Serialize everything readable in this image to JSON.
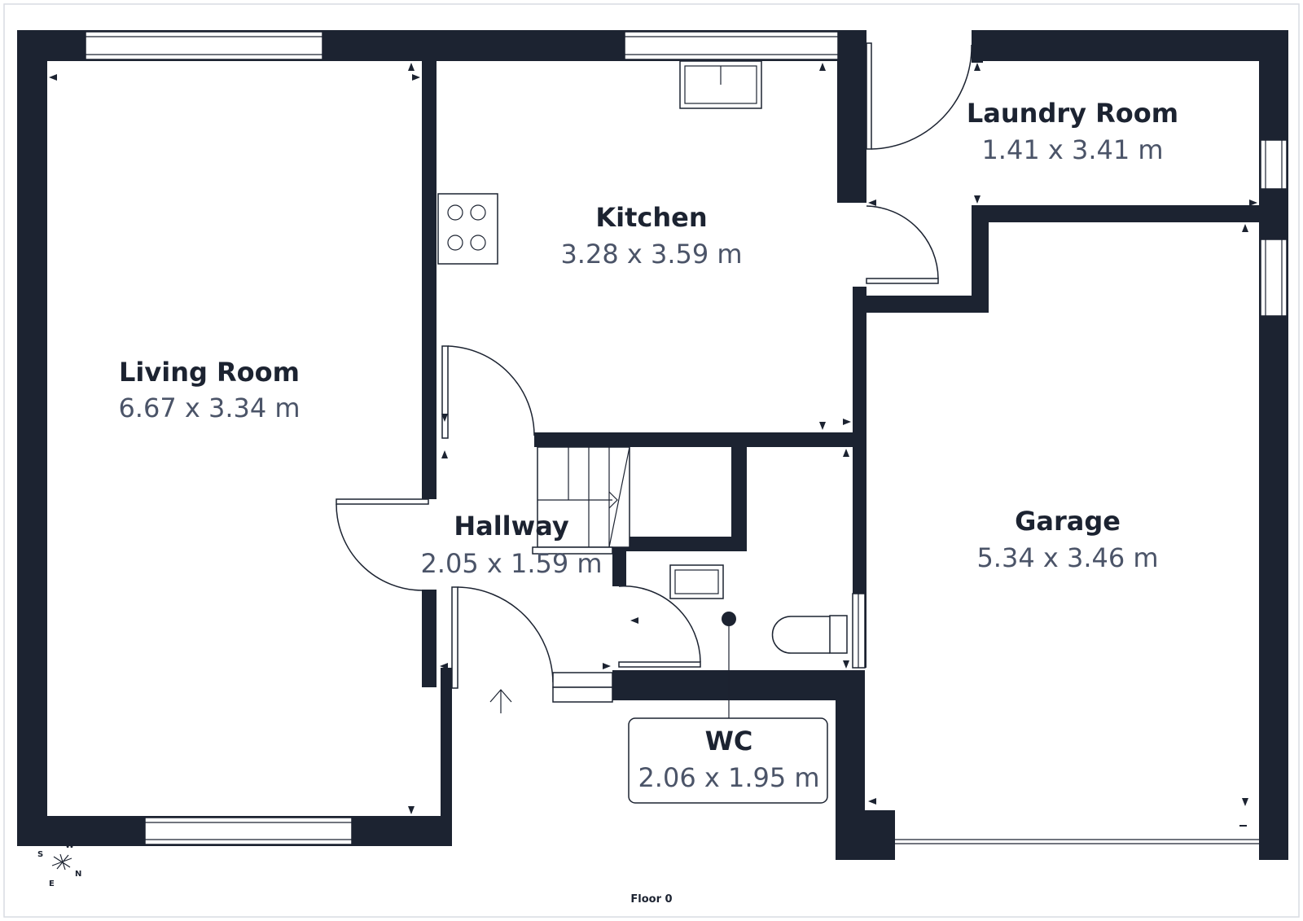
{
  "rooms": {
    "living": {
      "name": "Living Room",
      "dims": "6.67 x 3.34 m"
    },
    "kitchen": {
      "name": "Kitchen",
      "dims": "3.28 x 3.59 m"
    },
    "laundry": {
      "name": "Laundry Room",
      "dims": "1.41 x 3.41 m"
    },
    "hallway": {
      "name": "Hallway",
      "dims": "2.05 x 1.59 m"
    },
    "garage": {
      "name": "Garage",
      "dims": "5.34 x 3.46 m"
    },
    "wc": {
      "name": "WC",
      "dims": "2.06 x 1.95 m"
    }
  },
  "floor_label": "Floor 0",
  "compass": {
    "north": "N",
    "south": "S",
    "east": "E",
    "west": "W"
  },
  "colors": {
    "wall": "#1c2331",
    "dimension_text": "#4b5468",
    "background": "#ffffff"
  }
}
